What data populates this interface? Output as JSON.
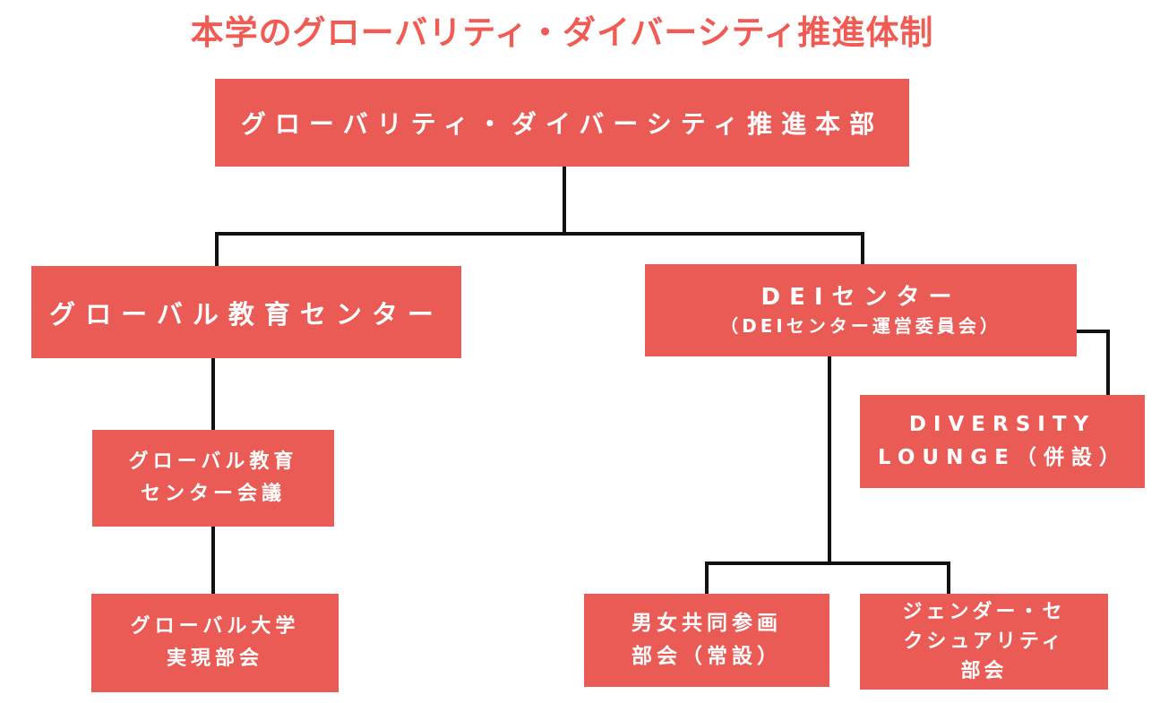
{
  "title": "本学のグローバリティ・ダイバーシティ推進体制",
  "colors": {
    "box": "#EA5B55",
    "title_text": "#F05B54",
    "connector": "#111111",
    "node_text": "#ffffff",
    "background": "#ffffff"
  },
  "nodes": {
    "headquarters": {
      "label": "グローバリティ・ダイバーシティ推進本部"
    },
    "global_education_center": {
      "label": "グローバル教育センター"
    },
    "global_education_center_meeting": {
      "label": "グローバル教育\nセンター会議"
    },
    "global_university_subcommittee": {
      "label": "グローバル大学\n実現部会"
    },
    "dei_center": {
      "title": "DEIセンター",
      "subtitle": "（DEIセンター運営委員会）"
    },
    "diversity_lounge": {
      "label": "DIVERSITY\nLOUNGE（併設）"
    },
    "gender_equality_subcommittee": {
      "label": "男女共同参画\n部会（常設）"
    },
    "gender_sexuality_subcommittee": {
      "label": "ジェンダー・セ\nクシュアリティ\n部会"
    }
  },
  "diagram": {
    "type": "org-chart",
    "edges": [
      [
        "headquarters",
        "global_education_center"
      ],
      [
        "headquarters",
        "dei_center"
      ],
      [
        "global_education_center",
        "global_education_center_meeting"
      ],
      [
        "global_education_center_meeting",
        "global_university_subcommittee"
      ],
      [
        "dei_center",
        "diversity_lounge"
      ],
      [
        "dei_center",
        "gender_equality_subcommittee"
      ],
      [
        "dei_center",
        "gender_sexuality_subcommittee"
      ]
    ]
  }
}
